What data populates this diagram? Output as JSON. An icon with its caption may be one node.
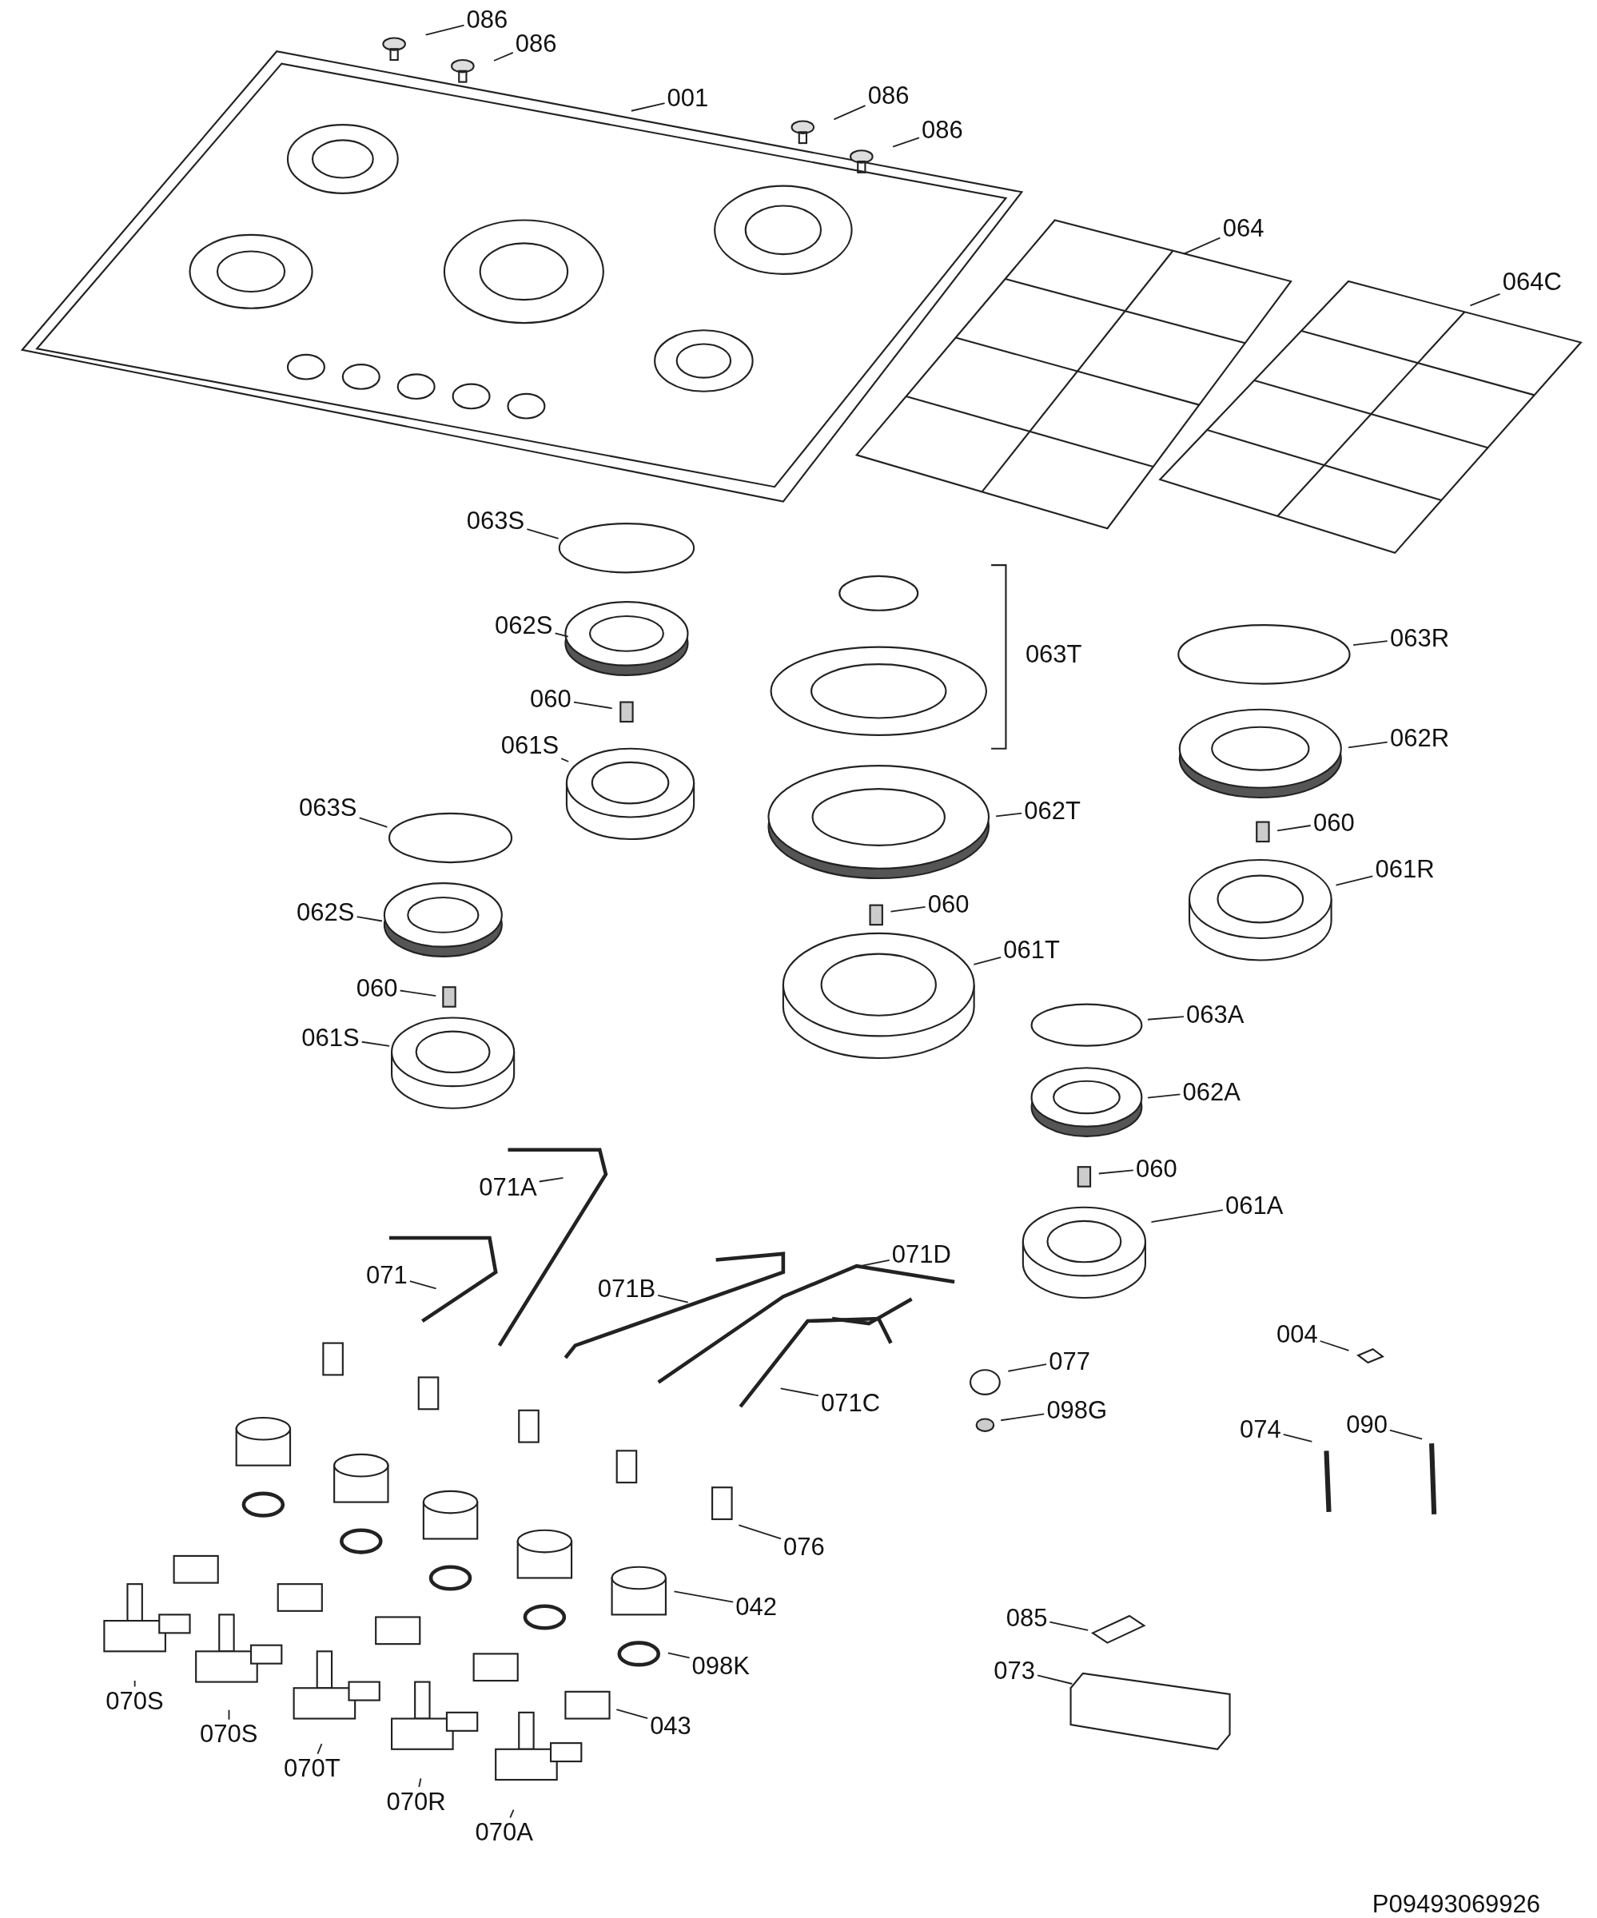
{
  "diagram": {
    "nodes": [
      {
        "text": [
          "086"
        ]
      },
      {
        "text": [
          "086"
        ]
      },
      {
        "text": [
          "001"
        ]
      },
      {
        "text": [
          "086"
        ]
      },
      {
        "text": [
          "086"
        ]
      },
      {
        "text": [
          "064"
        ]
      },
      {
        "text": [
          "064C"
        ]
      },
      {
        "text": [
          "063S"
        ]
      },
      {
        "text": [
          "062S"
        ]
      },
      {
        "text": [
          "060"
        ]
      },
      {
        "text": [
          "061S"
        ]
      },
      {
        "text": [
          "063R"
        ]
      },
      {
        "text": [
          "062R"
        ]
      },
      {
        "text": [
          "062T"
        ]
      },
      {
        "text": [
          "060"
        ]
      },
      {
        "text": [
          "061R"
        ]
      },
      {
        "text": [
          "063S"
        ]
      },
      {
        "text": [
          "060"
        ]
      },
      {
        "text": [
          "061T"
        ]
      },
      {
        "text": [
          "062S"
        ]
      },
      {
        "text": [
          "060"
        ]
      },
      {
        "text": [
          "061S"
        ]
      },
      {
        "text": [
          "063A"
        ]
      },
      {
        "text": [
          "062A"
        ]
      },
      {
        "text": [
          "060"
        ]
      },
      {
        "text": [
          "061A"
        ]
      },
      {
        "text": [
          "071A"
        ]
      },
      {
        "text": [
          "071"
        ]
      },
      {
        "text": [
          "071B"
        ]
      },
      {
        "text": [
          "071D"
        ]
      },
      {
        "text": [
          "004"
        ]
      },
      {
        "text": [
          "077"
        ]
      },
      {
        "text": [
          "098G"
        ]
      },
      {
        "text": [
          "074"
        ]
      },
      {
        "text": [
          "090"
        ]
      },
      {
        "text": [
          "071C"
        ]
      },
      {
        "text": [
          "076"
        ]
      },
      {
        "text": [
          "042"
        ]
      },
      {
        "text": [
          "085"
        ]
      },
      {
        "text": [
          "098K"
        ]
      },
      {
        "text": [
          "073"
        ]
      },
      {
        "text": [
          "043"
        ]
      },
      {
        "text": [
          "070S"
        ]
      },
      {
        "text": [
          "070S"
        ]
      },
      {
        "text": [
          "070T"
        ]
      },
      {
        "text": [
          "070R"
        ]
      },
      {
        "text": [
          "070A"
        ]
      }
    ],
    "edges": [
      {
        "from": 0,
        "to": null,
        "arrow": "none"
      },
      {
        "from": 1,
        "to": null,
        "arrow": "none"
      },
      {
        "from": 2,
        "to": null,
        "arrow": "none"
      },
      {
        "from": 3,
        "to": null,
        "arrow": "none"
      },
      {
        "from": 4,
        "to": null,
        "arrow": "none"
      },
      {
        "from": 5,
        "to": null,
        "arrow": "none"
      },
      {
        "from": 6,
        "to": null,
        "arrow": "none"
      },
      {
        "from": 7,
        "to": null,
        "arrow": "none"
      },
      {
        "from": 8,
        "to": null,
        "arrow": "none"
      },
      {
        "from": 9,
        "to": null,
        "arrow": "none"
      },
      {
        "from": 10,
        "to": null,
        "arrow": "none"
      },
      {
        "from": 11,
        "to": null,
        "arrow": "none"
      },
      {
        "from": 12,
        "to": null,
        "arrow": "none"
      },
      {
        "from": 13,
        "to": null,
        "arrow": "none"
      },
      {
        "from": 14,
        "to": null,
        "arrow": "none"
      },
      {
        "from": 15,
        "to": null,
        "arrow": "none"
      },
      {
        "from": 16,
        "to": null,
        "arrow": "none"
      },
      {
        "from": 17,
        "to": null,
        "arrow": "none"
      },
      {
        "from": 18,
        "to": null,
        "arrow": "none"
      },
      {
        "from": 19,
        "to": null,
        "arrow": "none"
      },
      {
        "from": 20,
        "to": null,
        "arrow": "none"
      },
      {
        "from": 21,
        "to": null,
        "arrow": "none"
      },
      {
        "from": 22,
        "to": null,
        "arrow": "none"
      },
      {
        "from": 23,
        "to": null,
        "arrow": "none"
      },
      {
        "from": 24,
        "to": null,
        "arrow": "none"
      },
      {
        "from": 25,
        "to": null,
        "arrow": "none"
      },
      {
        "from": 26,
        "to": null,
        "arrow": "none"
      },
      {
        "from": 27,
        "to": null,
        "arrow": "none"
      },
      {
        "from": 28,
        "to": null,
        "arrow": "none"
      },
      {
        "from": 29,
        "to": null,
        "arrow": "none"
      },
      {
        "from": 30,
        "to": null,
        "arrow": "none"
      },
      {
        "from": 31,
        "to": null,
        "arrow": "none"
      },
      {
        "from": 32,
        "to": null,
        "arrow": "none"
      },
      {
        "from": 33,
        "to": null,
        "arrow": "none"
      },
      {
        "from": 34,
        "to": null,
        "arrow": "none"
      },
      {
        "from": 35,
        "to": null,
        "arrow": "none"
      },
      {
        "from": 36,
        "to": null,
        "arrow": "none"
      },
      {
        "from": 37,
        "to": null,
        "arrow": "none"
      },
      {
        "from": 38,
        "to": null,
        "arrow": "none"
      },
      {
        "from": 39,
        "to": null,
        "arrow": "none"
      },
      {
        "from": 40,
        "to": null,
        "arrow": "none"
      },
      {
        "from": 41,
        "to": null,
        "arrow": "none"
      },
      {
        "from": 42,
        "to": null,
        "arrow": "none"
      },
      {
        "from": 43,
        "to": null,
        "arrow": "none"
      },
      {
        "from": 44,
        "to": null,
        "arrow": "none"
      },
      {
        "from": 45,
        "to": null,
        "arrow": "none"
      },
      {
        "from": 46,
        "to": null,
        "arrow": "none"
      }
    ],
    "labels": [
      "063T",
      "P09493069926"
    ]
  }
}
